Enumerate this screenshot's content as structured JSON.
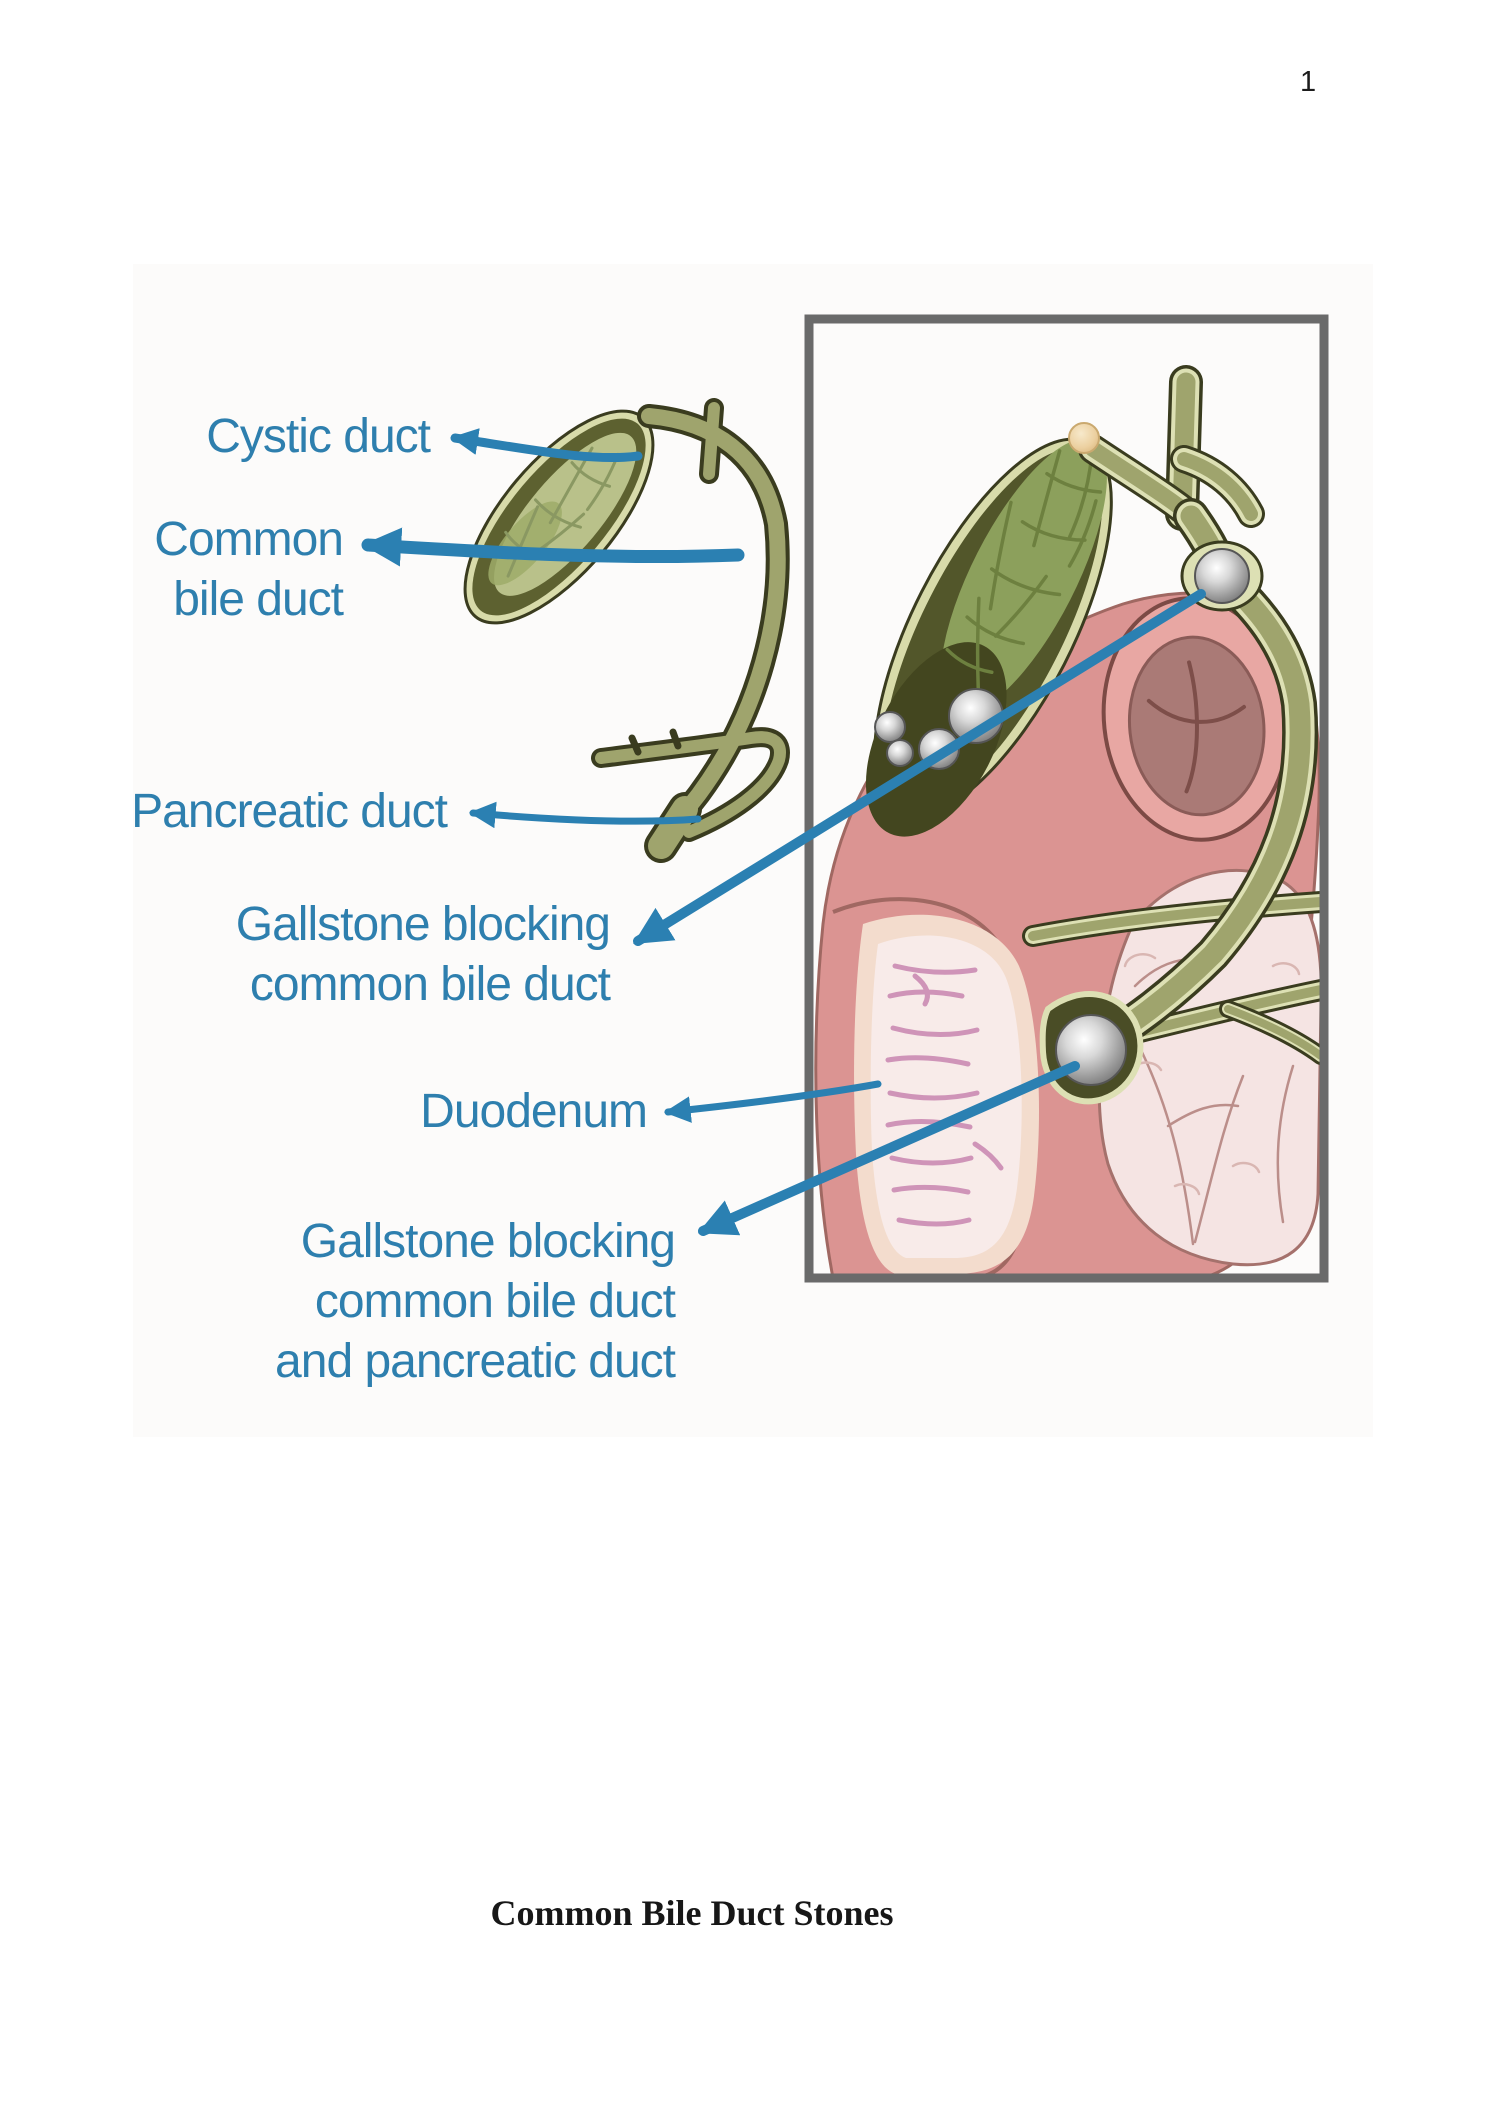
{
  "page": {
    "number": "1",
    "title": "Common Bile Duct Stones"
  },
  "figure": {
    "labels": {
      "cystic": {
        "lines": [
          "Cystic duct"
        ]
      },
      "cbd": {
        "lines": [
          "Common",
          "bile duct"
        ]
      },
      "pancreatic": {
        "lines": [
          "Pancreatic duct"
        ]
      },
      "stone_cbd": {
        "lines": [
          "Gallstone blocking",
          "common bile duct"
        ]
      },
      "duodenum": {
        "lines": [
          "Duodenum"
        ]
      },
      "stone_both": {
        "lines": [
          "Gallstone blocking",
          "common bile duct",
          "and pancreatic duct"
        ]
      }
    },
    "colors": {
      "label_text": "#2e7fae",
      "arrow": "#2b80b2",
      "frame_border": "#6a6a6a",
      "duct": "#9fa46d",
      "duct_outline": "#3a3c1f",
      "duct_rim": "#dde0b4",
      "gallbladder_inner": "#8ca05c",
      "gallbladder_dark": "#52562a",
      "organ_pink": "#db9492",
      "stomach_opening": "#aa7a76",
      "pancreas": "#f5e4e3",
      "duodenum_lining": "#f8ebe9",
      "gallstone": "#9e9e9e",
      "neck_stone": "#ecd0a0"
    }
  }
}
